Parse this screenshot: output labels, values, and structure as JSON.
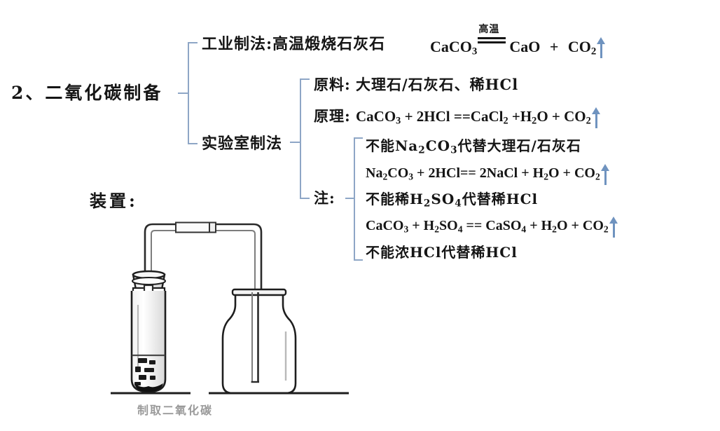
{
  "title": "2、二氧化碳制备",
  "branches": {
    "industrial": {
      "label": "工业制法:高温煅烧石灰石",
      "reactant": "CaCO",
      "reactant_sub": "3",
      "condition": "高温",
      "product1": "CaO",
      "plus": "+",
      "product2": "CO",
      "product2_sub": "2",
      "gas_arrow": "↑"
    },
    "lab": {
      "label": "实验室制法",
      "materials": {
        "prefix": "原料:",
        "text": "大理石/石灰石、稀HCl"
      },
      "principle": {
        "prefix": "原理:",
        "equation": "CaCO3 +  2HCl  ==CaCl2 +H2O + CO2",
        "parts": [
          {
            "t": "CaCO",
            "s": "3"
          },
          {
            "t": " +  2HCl  ==CaCl",
            "s": "2"
          },
          {
            "t": " +H",
            "s": "2"
          },
          {
            "t": "O + CO",
            "s": "2"
          }
        ],
        "gas_arrow": "↑"
      },
      "note": {
        "prefix": "注:",
        "lines": [
          {
            "kind": "text",
            "parts": [
              {
                "t": "不能Na",
                "s": "2"
              },
              {
                "t": "CO",
                "s": "3"
              },
              {
                "t": "代替大理石/石灰石",
                "s": ""
              }
            ],
            "gas": false
          },
          {
            "kind": "formula",
            "parts": [
              {
                "t": "Na",
                "s": "2"
              },
              {
                "t": "CO",
                "s": "3"
              },
              {
                "t": " + 2HCl== 2NaCl + H",
                "s": "2"
              },
              {
                "t": "O + CO",
                "s": "2"
              }
            ],
            "gas": true
          },
          {
            "kind": "text",
            "parts": [
              {
                "t": "不能稀H",
                "s": "2"
              },
              {
                "t": "SO",
                "s": "4"
              },
              {
                "t": "代替稀HCl",
                "s": ""
              }
            ],
            "gas": false
          },
          {
            "kind": "formula",
            "parts": [
              {
                "t": "CaCO",
                "s": "3"
              },
              {
                "t": " + H",
                "s": "2"
              },
              {
                "t": "SO",
                "s": "4"
              },
              {
                "t": " == CaSO",
                "s": "4"
              },
              {
                "t": " + H",
                "s": "2"
              },
              {
                "t": "O + CO",
                "s": "2"
              }
            ],
            "gas": true
          },
          {
            "kind": "text",
            "parts": [
              {
                "t": "不能浓HCl代替稀HCl",
                "s": ""
              }
            ],
            "gas": false
          }
        ]
      }
    }
  },
  "apparatus": {
    "label": "装置:",
    "caption": "制取二氧化碳",
    "parts": [
      "test-tube",
      "rubber-stopper",
      "delivery-tube",
      "gas-collecting-bottle",
      "bench-surface",
      "marble-chips",
      "dilute-hydrochloric-acid"
    ]
  },
  "colors": {
    "bracket": "#8ea6c6",
    "gas_arrow": "#6f93bf",
    "ink": "#151515",
    "caption": "#9a9a9a",
    "glass": "#2a2a2a"
  }
}
